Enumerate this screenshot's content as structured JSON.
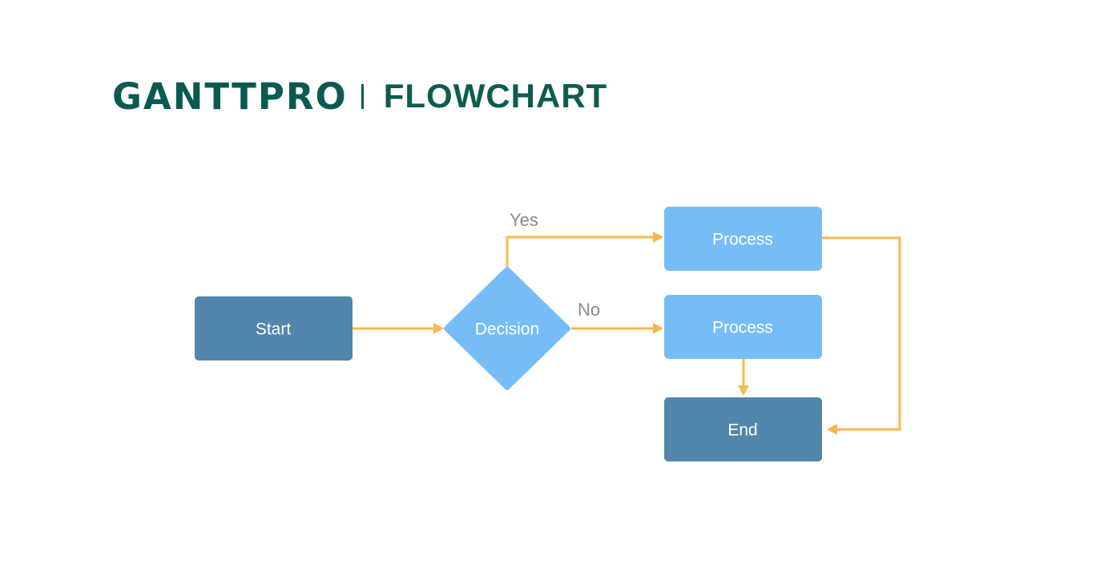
{
  "header": {
    "brand": "GANTTPRO",
    "title": "FLOWCHART"
  },
  "colors": {
    "brand_teal": "#0B5A52",
    "node_dark_blue": "#5286AD",
    "node_light_blue": "#76BDF8",
    "connector_orange": "#F9B74E",
    "edge_label_gray": "#8C8C8C",
    "node_text_white": "#FFFFFF",
    "background": "#FFFFFF"
  },
  "diagram": {
    "nodes": [
      {
        "id": "start",
        "label": "Start",
        "shape": "rectangle",
        "color": "dark-blue"
      },
      {
        "id": "decision",
        "label": "Decision",
        "shape": "diamond",
        "color": "light-blue"
      },
      {
        "id": "process1",
        "label": "Process",
        "shape": "rectangle",
        "color": "light-blue"
      },
      {
        "id": "process2",
        "label": "Process",
        "shape": "rectangle",
        "color": "light-blue"
      },
      {
        "id": "end",
        "label": "End",
        "shape": "rectangle",
        "color": "dark-blue"
      }
    ],
    "edges": [
      {
        "from": "start",
        "to": "decision",
        "label": ""
      },
      {
        "from": "decision",
        "to": "process1",
        "label": "Yes"
      },
      {
        "from": "decision",
        "to": "process2",
        "label": "No"
      },
      {
        "from": "process2",
        "to": "end",
        "label": ""
      },
      {
        "from": "process1",
        "to": "end",
        "label": ""
      }
    ]
  }
}
